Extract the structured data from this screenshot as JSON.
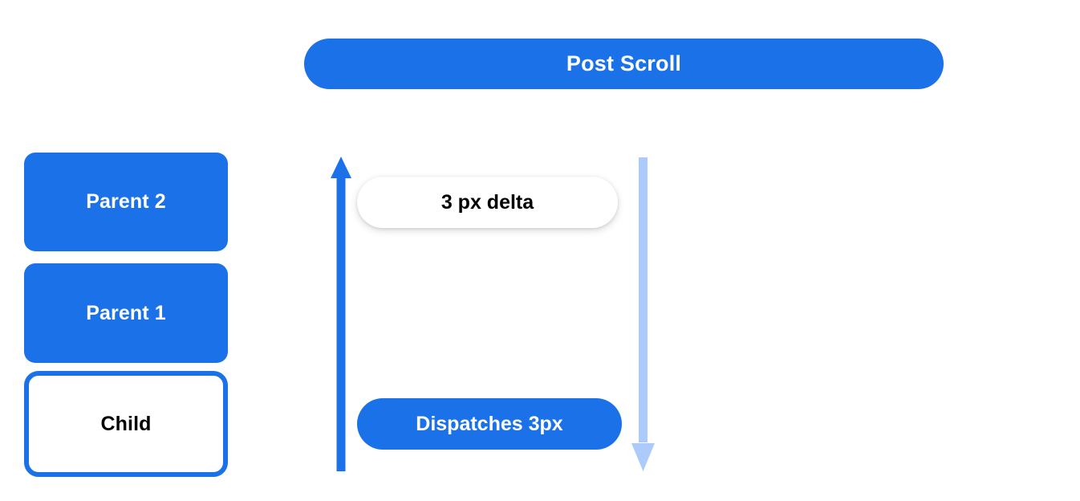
{
  "banner": {
    "title": "Post Scroll",
    "color": "#1b72e8",
    "text_color": "#ffffff"
  },
  "stack": {
    "boxes": [
      {
        "label": "Parent 2",
        "style": "filled",
        "fill": "#1b72e8",
        "text_color": "#ffffff"
      },
      {
        "label": "Parent 1",
        "style": "filled",
        "fill": "#1b72e8",
        "text_color": "#ffffff"
      },
      {
        "label": "Child",
        "style": "outlined",
        "fill": "#ffffff",
        "border": "#1b72e8",
        "text_color": "#000000"
      }
    ]
  },
  "arrows": [
    {
      "name": "scroll-up-arrow",
      "direction": "up",
      "color": "#1b72e8",
      "icon": "arrow-up-icon"
    },
    {
      "name": "scroll-down-arrow",
      "direction": "down",
      "color": "#adcbfa",
      "icon": "arrow-down-icon"
    }
  ],
  "pills": [
    {
      "label": "3 px delta",
      "style": "white-shadow",
      "fill": "#ffffff",
      "text_color": "#000000"
    },
    {
      "label": "Dispatches 3px",
      "style": "blue-solid",
      "fill": "#1b72e8",
      "text_color": "#ffffff"
    }
  ]
}
